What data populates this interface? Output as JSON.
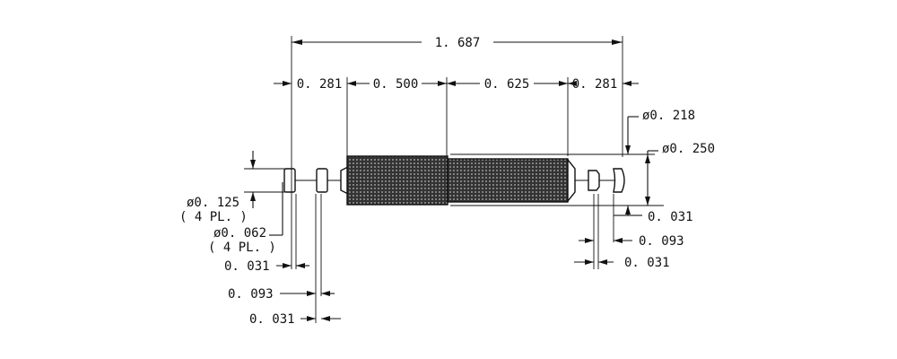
{
  "dimensions": {
    "overall_length": "1. 687",
    "seg_left": "0. 281",
    "seg_knurl_left": "0. 500",
    "seg_knurl_right": "0. 625",
    "seg_right": "0. 281",
    "dia_small_body": "ø0. 218",
    "dia_body": "ø0. 250",
    "dia_head": "ø0. 125",
    "dia_head_note": "( 4 PL. )",
    "dia_neck": "ø0. 062",
    "dia_neck_note": "( 4 PL. )",
    "left_gap_1": "0. 031",
    "left_pitch": "0. 093",
    "left_gap_2": "0. 031",
    "right_gap_1": "0. 031",
    "right_pitch": "0. 093",
    "right_gap_2": "0. 031"
  }
}
